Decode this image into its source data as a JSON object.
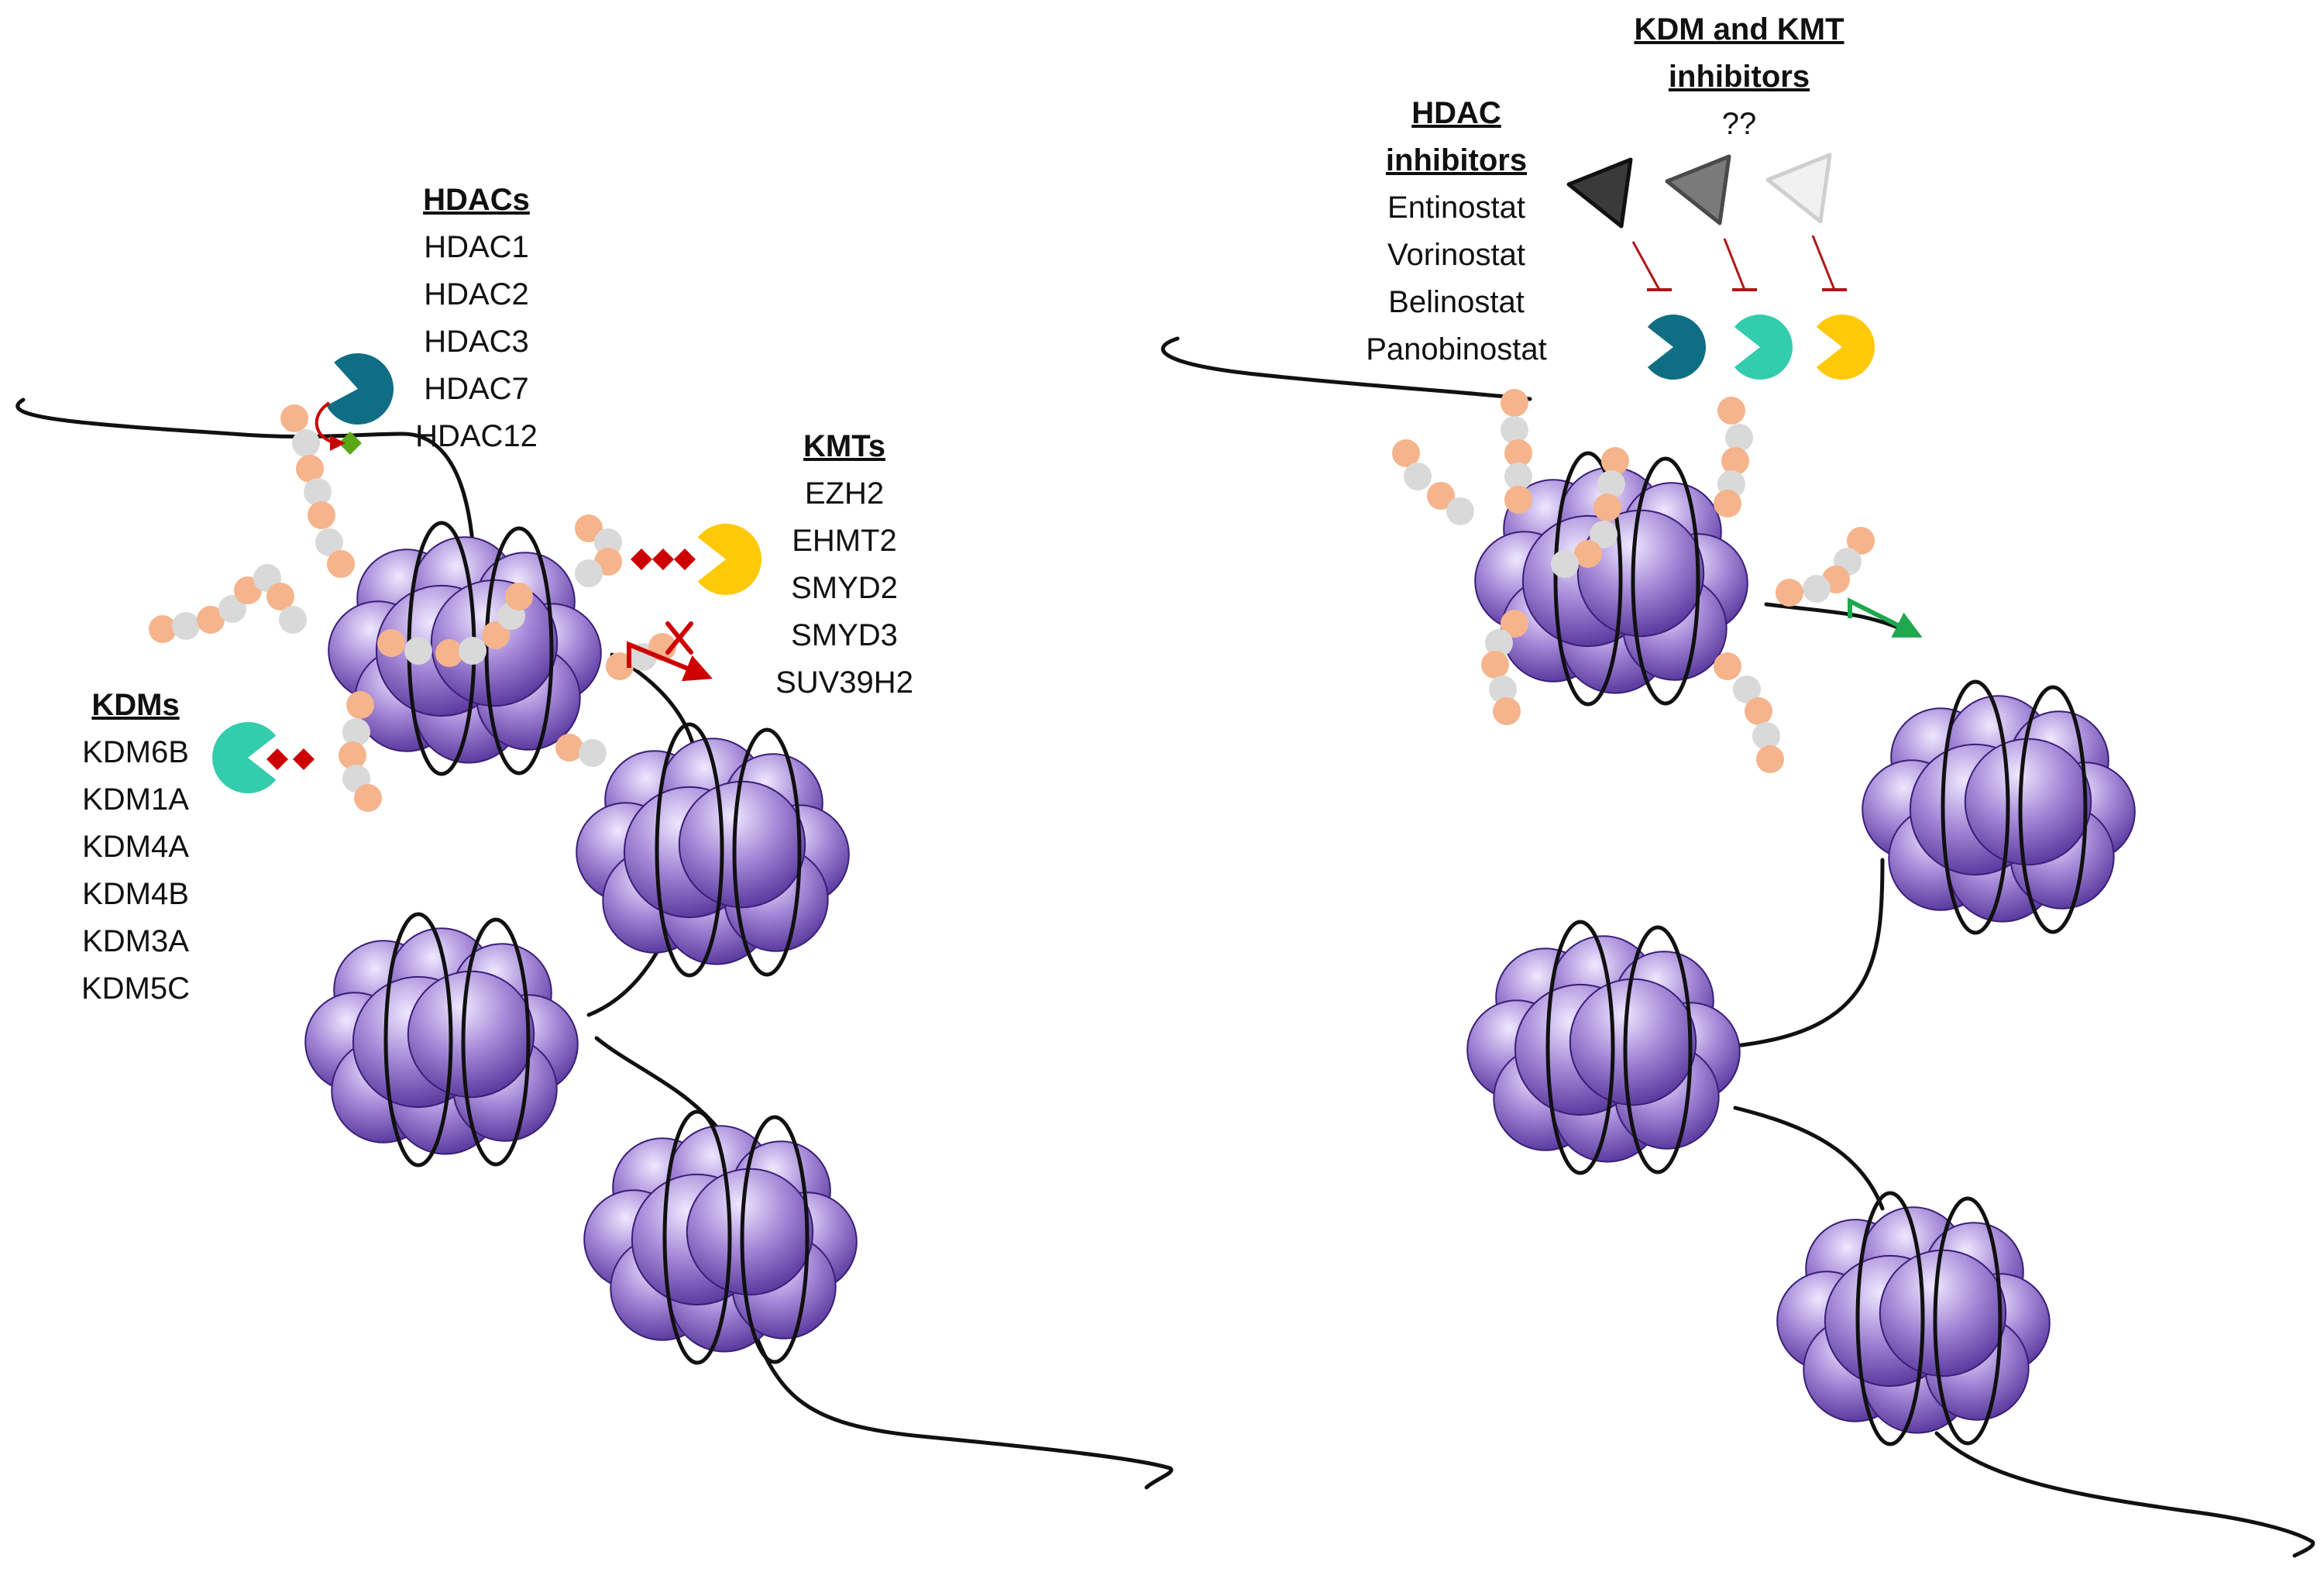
{
  "colors": {
    "dna": "#111111",
    "histone_light": "#cbbaf0",
    "histone_dark": "#4b2a93",
    "bead_orange": "#f6b48c",
    "bead_gray": "#d9d9d9",
    "hdac_enzyme": "#0f6e83",
    "kdm_enzyme": "#33ccad",
    "kmt_enzyme": "#ffc90a",
    "methyl_mark": "#cc0000",
    "acetyl_mark": "#5aa817",
    "active_arrow": "#1fa84e",
    "blocked_arrow": "#cc0000",
    "inhibit_bar": "#b01515"
  },
  "left_panel": {
    "hdacs": {
      "title": "HDACs",
      "items": [
        "HDAC1",
        "HDAC2",
        "HDAC3",
        "HDAC7",
        "HDAC12"
      ]
    },
    "kmts": {
      "title": "KMTs",
      "items": [
        "EZH2",
        "EHMT2",
        "SMYD2",
        "SMYD3",
        "SUV39H2"
      ]
    },
    "kdms": {
      "title": "KDMs",
      "items": [
        "KDM6B",
        "KDM1A",
        "KDM4A",
        "KDM4B",
        "KDM3A",
        "KDM5C"
      ]
    }
  },
  "right_panel": {
    "hdac_inhibitors": {
      "title_line1": "HDAC",
      "title_line2": "inhibitors",
      "items": [
        "Entinostat",
        "Vorinostat",
        "Belinostat",
        "Panobinostat"
      ]
    },
    "kdm_kmt_inhibitors": {
      "title_line1": "KDM and KMT",
      "title_line2": "inhibitors",
      "subtitle": "??"
    },
    "inhibitor_icons": [
      "dark-triangle-icon",
      "gray-triangle-icon",
      "light-triangle-icon"
    ]
  }
}
